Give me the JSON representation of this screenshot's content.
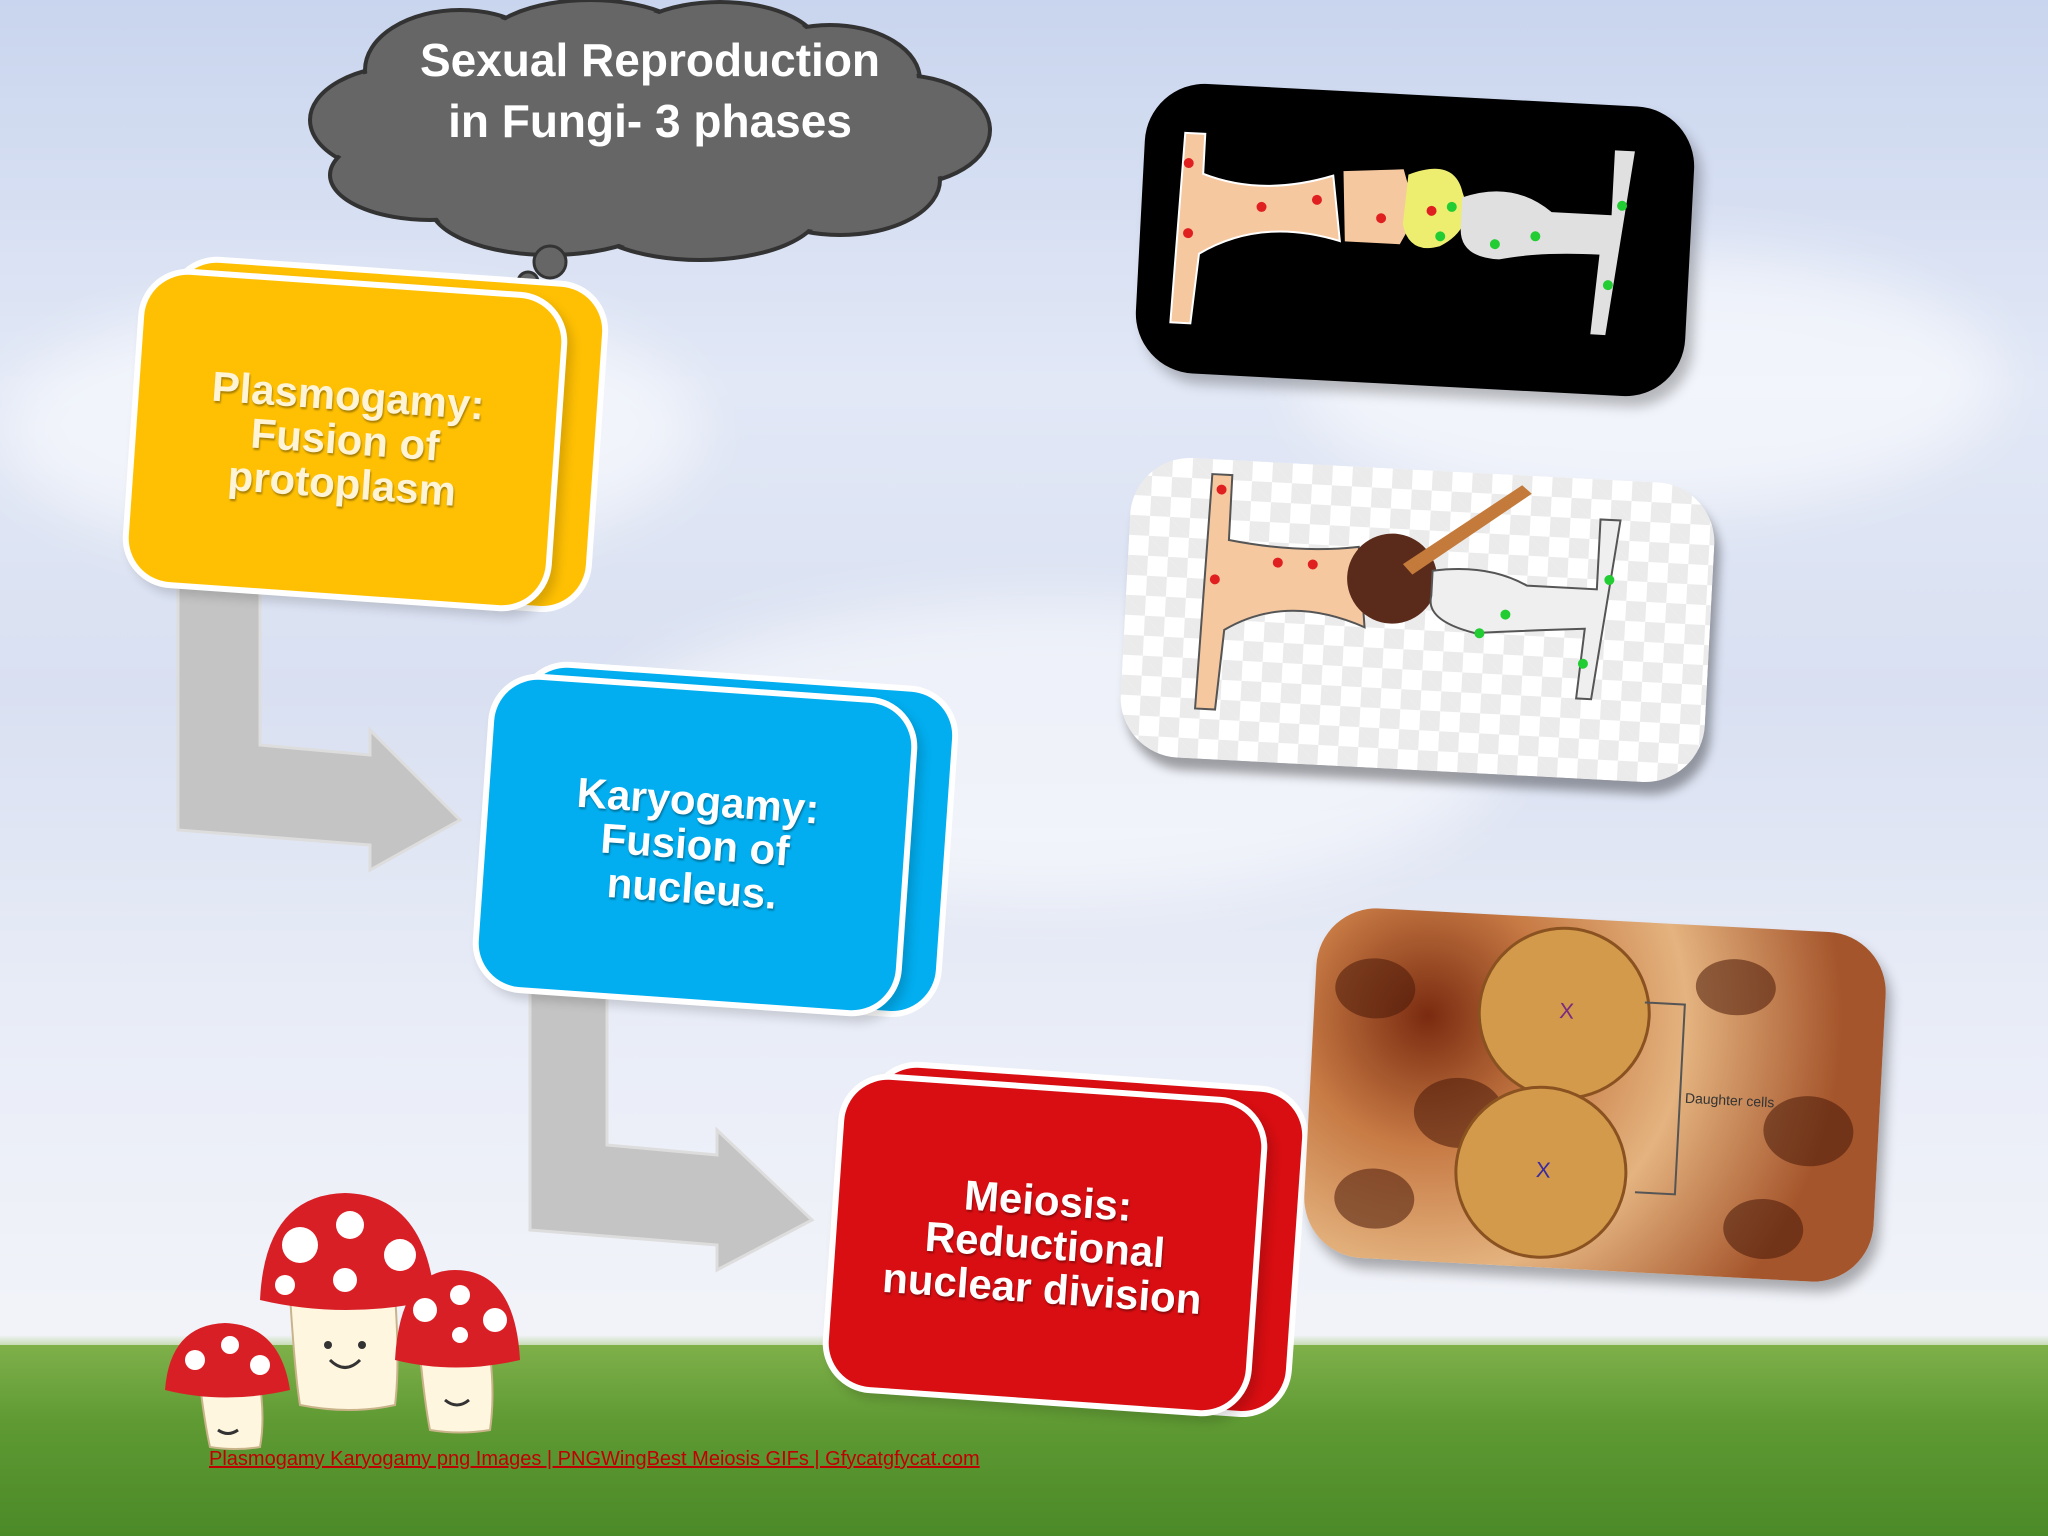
{
  "slide": {
    "title": "Sexual Reproduction in Fungi- 3 phases",
    "phases": [
      {
        "label": "Plasmogamy: Fusion of protoplasm",
        "color": "#ffc003"
      },
      {
        "label": "Karyogamy: Fusion of nucleus.",
        "color": "#02aef0"
      },
      {
        "label": "Meiosis: Reductional nuclear division",
        "color": "#d80e12"
      }
    ],
    "images": {
      "daughter_cells_label": "Daughter cells"
    },
    "caption": "Plasmogamy Karyogamy png Images | PNGWingBest Meiosis GIFs | Gfycatgfycat.com"
  }
}
